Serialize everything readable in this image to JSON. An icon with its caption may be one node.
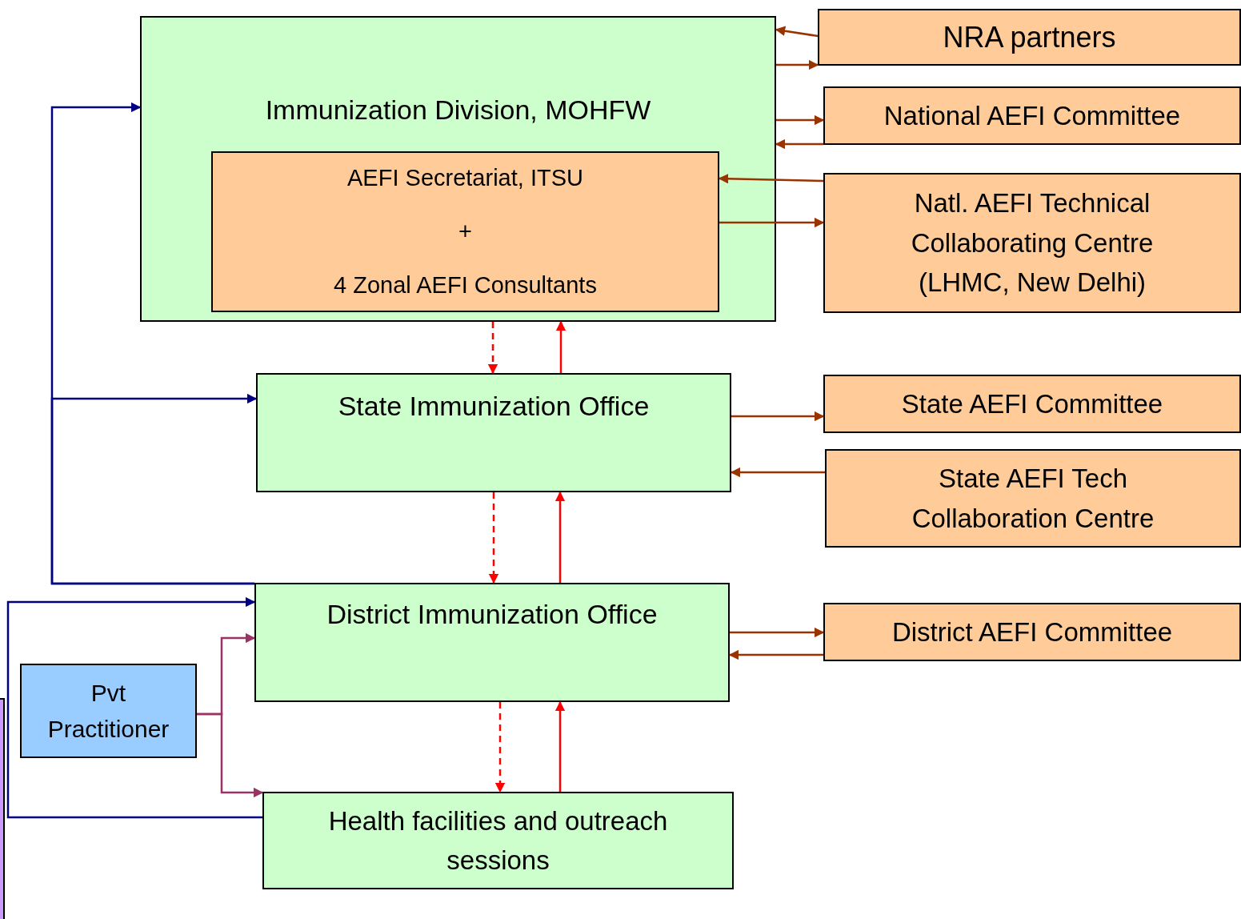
{
  "diagram": {
    "nodes": [
      {
        "text": [
          "Immunization Division, MOHFW"
        ]
      },
      {
        "text": [
          "AEFI Secretariat, ITSU",
          "+",
          "4 Zonal AEFI Consultants"
        ],
        "in": 0
      },
      {
        "text": [
          "NRA  partners"
        ]
      },
      {
        "text": [
          "National AEFI Committee"
        ]
      },
      {
        "text": [
          "Natl. AEFI Technical Collaborating Centre (LHMC, New Delhi)"
        ]
      },
      {
        "text": [
          "State Immunization  Office"
        ]
      },
      {
        "text": [
          "State AEFI Committee"
        ]
      },
      {
        "text": [
          "State AEFI  Tech Collaboration Centre"
        ]
      },
      {
        "text": [
          "District Immunization Office"
        ]
      },
      {
        "text": [
          "District AEFI Committee"
        ]
      },
      {
        "text": [
          "Pvt Practitioner"
        ]
      },
      {
        "text": [
          "Health facilities and outreach sessions"
        ]
      },
      {
        "text": [],
        "shape": "box"
      }
    ],
    "edges": [
      {
        "from": 2,
        "to": 0,
        "arrow": "to"
      },
      {
        "from": 0,
        "to": 2,
        "arrow": "to"
      },
      {
        "from": 0,
        "to": 3,
        "arrow": "to"
      },
      {
        "from": 3,
        "to": 0,
        "arrow": "to"
      },
      {
        "from": 4,
        "to": 1,
        "arrow": "to"
      },
      {
        "from": 1,
        "to": 4,
        "arrow": "to"
      },
      {
        "from": 0,
        "to": 5,
        "arrow": "to",
        "style": "dashed",
        "color": "#ff0000"
      },
      {
        "from": 5,
        "to": 0,
        "arrow": "to",
        "color": "#ff0000"
      },
      {
        "from": 5,
        "to": 6,
        "arrow": "to"
      },
      {
        "from": 7,
        "to": 5,
        "arrow": "to"
      },
      {
        "from": 5,
        "to": 8,
        "arrow": "to",
        "style": "dashed",
        "color": "#ff0000"
      },
      {
        "from": 8,
        "to": 5,
        "arrow": "to",
        "color": "#ff0000"
      },
      {
        "from": 8,
        "to": 9,
        "arrow": "to"
      },
      {
        "from": 9,
        "to": 8,
        "arrow": "to"
      },
      {
        "from": 8,
        "to": 11,
        "arrow": "to",
        "style": "dashed",
        "color": "#ff0000"
      },
      {
        "from": 11,
        "to": 8,
        "arrow": "to",
        "color": "#ff0000"
      },
      {
        "from": 8,
        "to": 0,
        "arrow": "to",
        "color": "#000080"
      },
      {
        "from": 8,
        "to": 5,
        "arrow": "to",
        "color": "#000080"
      },
      {
        "from": 11,
        "to": 8,
        "arrow": "to",
        "color": "#000080"
      },
      {
        "from": 10,
        "to": 8,
        "arrow": "to",
        "color": "#993366"
      },
      {
        "from": 10,
        "to": 11,
        "arrow": "to",
        "color": "#993366"
      }
    ]
  }
}
